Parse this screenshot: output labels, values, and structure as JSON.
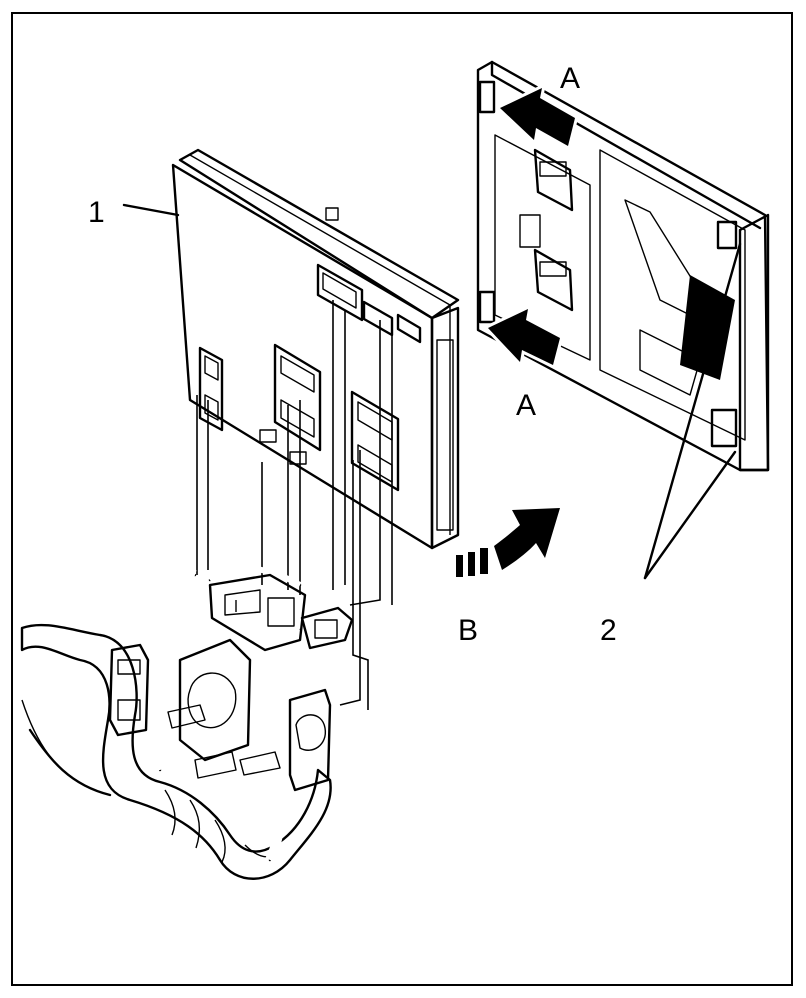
{
  "labels": {
    "control_unit": "1",
    "arrow_a_top": "A",
    "arrow_a_bottom": "A",
    "rotation_b": "B",
    "clips": "2"
  },
  "colors": {
    "line": "#000000",
    "module_fill": "#c8c8c8",
    "module_side": "#a8a8a8",
    "bracket_fill": "#d4d4d4",
    "bracket_inner": "#e6e6e6",
    "harness_fill": "#ffffff",
    "arrow_fill": "#000000"
  }
}
